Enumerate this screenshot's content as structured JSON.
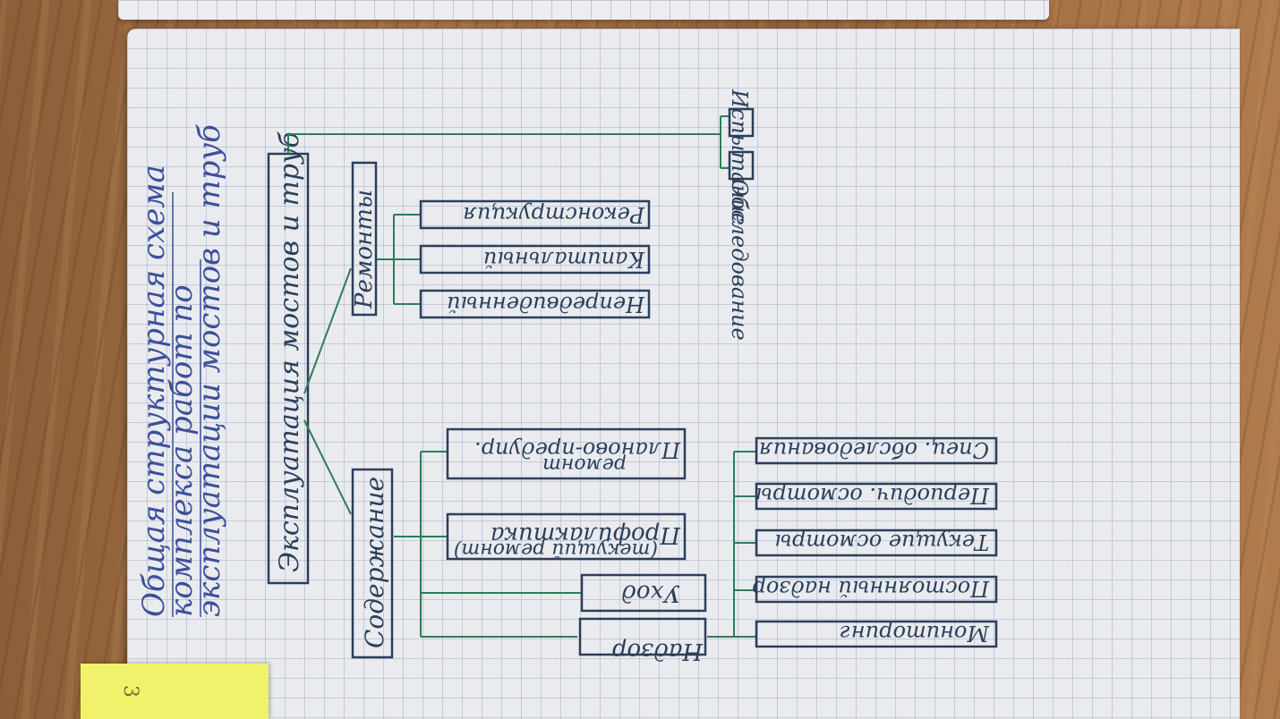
{
  "title": {
    "line1": "Общая структурная схема",
    "line2": "комплекса работ по",
    "line3": "эксплуатации мостов и труб"
  },
  "root": "Эксплуатация мостов и труб",
  "branches": {
    "content": "Содержание",
    "repair": "Ремонты",
    "inspection": "Обследование",
    "testing": "Испытание"
  },
  "content_items": {
    "supervision": "Надзор",
    "care": "Уход",
    "preventive": "Профилактика",
    "preventive_sub": "(текущий ремонт)",
    "planned": "Планово-предупр.",
    "planned_sub": "ремонт"
  },
  "supervision_items": [
    "Мониторинг",
    "Постоянный надзор",
    "Текущие осмотры",
    "Периодич. осмотры",
    "Спец. обследования"
  ],
  "repair_items": [
    "Непредвиденный",
    "Капитальный",
    "Реконструкция"
  ],
  "sticky_note": "3",
  "colors": {
    "ink_dark": "#2b3f5a",
    "ink_green": "#2e7d57",
    "ink_blue": "#3c4f9a",
    "sticky": "#eff26a"
  }
}
